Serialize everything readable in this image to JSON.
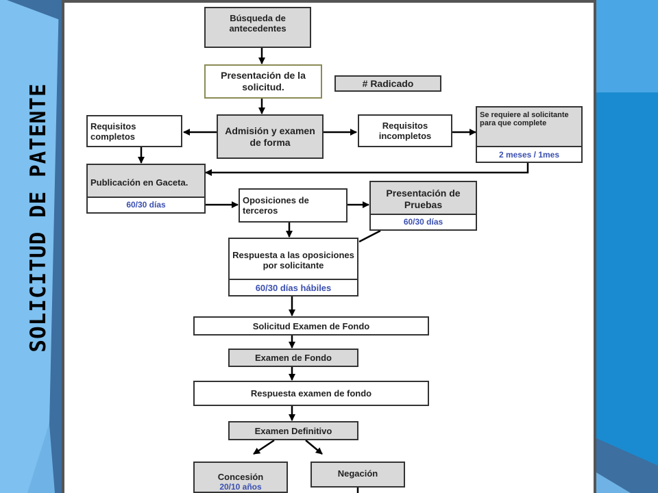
{
  "title": "SOLICITUD DE PATENTE",
  "colors": {
    "background": "#2f8fd2",
    "panel": "#ffffff",
    "box_grey": "#d9d9d9",
    "deadline_text": "#3a4fb0"
  },
  "nodes": {
    "busqueda": {
      "text": "Búsqueda de antecedentes"
    },
    "presentacion": {
      "text": "Presentación de la solicitud."
    },
    "radicado": {
      "text": "# Radicado"
    },
    "admision": {
      "text": "Admisión y examen de forma"
    },
    "req_completos": {
      "text": "Requisitos completos"
    },
    "req_incompletos": {
      "text": "Requisitos incompletos"
    },
    "se_requiere": {
      "text": "Se requiere al solicitante para que complete",
      "deadline": "2 meses / 1mes"
    },
    "publicacion": {
      "text": "Publicación en Gaceta.",
      "deadline": "60/30 días"
    },
    "oposiciones": {
      "text": "Oposiciones de terceros"
    },
    "pruebas": {
      "text": "Presentación de Pruebas",
      "deadline": "60/30 días"
    },
    "respuesta_oposiciones": {
      "text": "Respuesta a las oposiciones por solicitante",
      "deadline": "60/30 días hábiles"
    },
    "solicitud_examen": {
      "text": "Solicitud Examen de Fondo"
    },
    "examen_fondo": {
      "text": "Examen de Fondo"
    },
    "respuesta_examen": {
      "text": "Respuesta examen de fondo"
    },
    "examen_definitivo": {
      "text": "Examen Definitivo"
    },
    "concesion": {
      "text": "Concesión",
      "deadline": "20/10 años"
    },
    "negacion": {
      "text": "Negación"
    }
  }
}
